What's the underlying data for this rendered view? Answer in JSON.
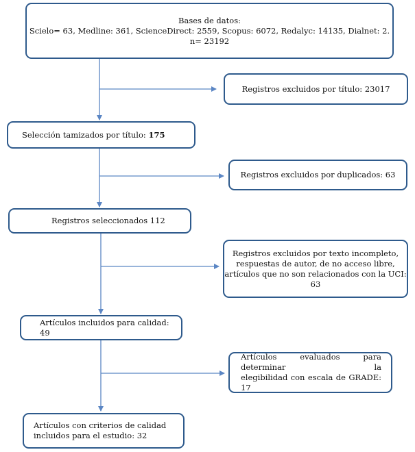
{
  "colors": {
    "border": "#2e5a8c",
    "arrow": "#5b86c4"
  },
  "boxes": {
    "sources": {
      "title": "Bases de datos:",
      "line1": "Scielo= 63, Medline: 361, ScienceDirect: 2559, Scopus: 6072, Redalyc: 14135, Dialnet: 2.",
      "line2": "n= 23192"
    },
    "excluded_title": {
      "text": "Registros excluidos por título: 23017"
    },
    "screened_title": {
      "label": "Selección tamizados por título: ",
      "value": "175"
    },
    "excluded_duplicates": {
      "text": "Registros excluidos por duplicados: 63"
    },
    "selected": {
      "text": "Registros seleccionados 112"
    },
    "excluded_text": {
      "line1": "Registros excluidos por texto incompleto,",
      "line2": "respuestas de autor, de no acceso libre,",
      "line3": "artículos que no son relacionados con la UCI:",
      "line4": "63"
    },
    "included_quality": {
      "text": "Artículos incluidos para calidad: 49"
    },
    "evaluated_grade": {
      "line1": "Artículos evaluados para determinar la",
      "line2": "elegibilidad con escala de GRADE: 17"
    },
    "final": {
      "line1": "Artículos con criterios de calidad",
      "line2": "incluidos para el estudio: 32"
    }
  }
}
